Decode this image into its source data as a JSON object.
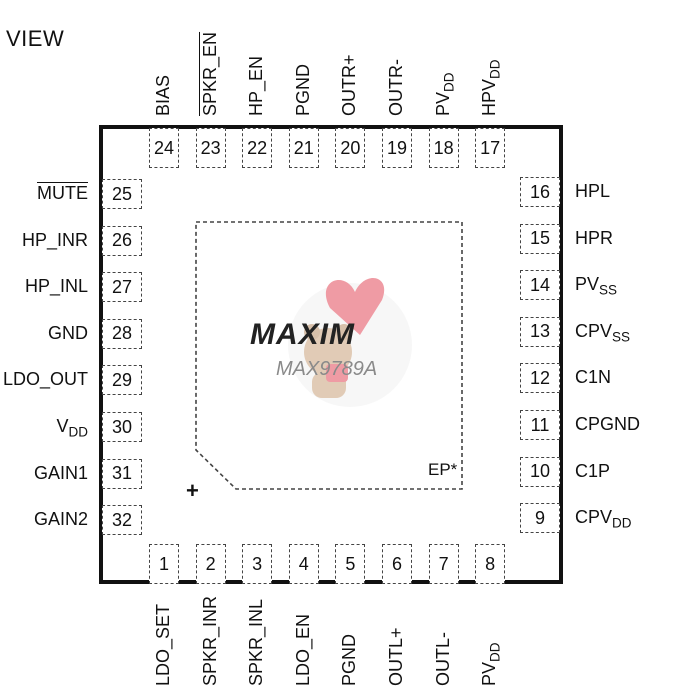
{
  "view_label": "VIEW",
  "ep_label": "EP*",
  "pin1_marker": "+",
  "logo_text": "MAXIM",
  "part_number": "MAX9789A",
  "pins": {
    "top": [
      {
        "num": "24",
        "name": "BIAS"
      },
      {
        "num": "23",
        "name": "SPKR_EN",
        "overline": true
      },
      {
        "num": "22",
        "name": "HP_EN"
      },
      {
        "num": "21",
        "name": "PGND"
      },
      {
        "num": "20",
        "name": "OUTR+"
      },
      {
        "num": "19",
        "name": "OUTR-"
      },
      {
        "num": "18",
        "name": "PV",
        "sub": "DD"
      },
      {
        "num": "17",
        "name": "HPV",
        "sub": "DD"
      }
    ],
    "left": [
      {
        "num": "25",
        "name": "MUTE",
        "overline": true
      },
      {
        "num": "26",
        "name": "HP_INR"
      },
      {
        "num": "27",
        "name": "HP_INL"
      },
      {
        "num": "28",
        "name": "GND"
      },
      {
        "num": "29",
        "name": "LDO_OUT"
      },
      {
        "num": "30",
        "name": "V",
        "sub": "DD"
      },
      {
        "num": "31",
        "name": "GAIN1"
      },
      {
        "num": "32",
        "name": "GAIN2"
      }
    ],
    "right": [
      {
        "num": "16",
        "name": "HPL"
      },
      {
        "num": "15",
        "name": "HPR"
      },
      {
        "num": "14",
        "name": "PV",
        "sub": "SS"
      },
      {
        "num": "13",
        "name": "CPV",
        "sub": "SS"
      },
      {
        "num": "12",
        "name": "C1N"
      },
      {
        "num": "11",
        "name": "CPGND"
      },
      {
        "num": "10",
        "name": "C1P"
      },
      {
        "num": "9",
        "name": "CPV",
        "sub": "DD"
      }
    ],
    "bottom": [
      {
        "num": "1",
        "name": "LDO_SET"
      },
      {
        "num": "2",
        "name": "SPKR_INR"
      },
      {
        "num": "3",
        "name": "SPKR_INL"
      },
      {
        "num": "4",
        "name": "LDO_EN"
      },
      {
        "num": "5",
        "name": "PGND"
      },
      {
        "num": "6",
        "name": "OUTL+"
      },
      {
        "num": "7",
        "name": "OUTL-"
      },
      {
        "num": "8",
        "name": "PV",
        "sub": "DD"
      }
    ]
  }
}
